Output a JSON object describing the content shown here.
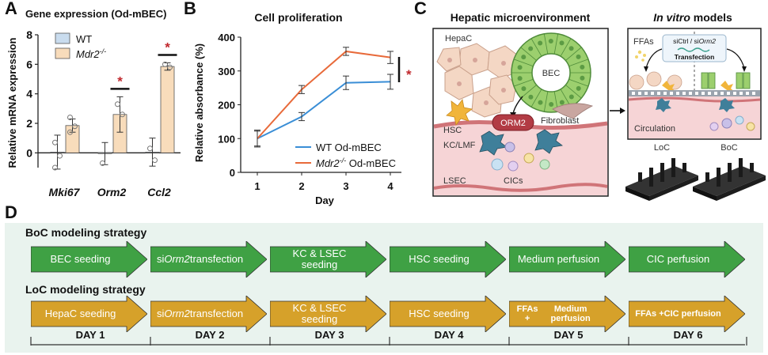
{
  "panels": {
    "a": "A",
    "b": "B",
    "c": "C",
    "d": "D"
  },
  "panel_a": {
    "title": "Gene expression (Od-mBEC)",
    "ylabel": "Relative mRNA expression",
    "legend": [
      {
        "name": "WT",
        "color": "#c9dcee"
      },
      {
        "name": "Mdr2",
        "sup": "-/-",
        "color": "#f8dcbb"
      }
    ],
    "significance_mark": "*"
  },
  "panel_b": {
    "title": "Cell proliferation",
    "ylabel": "Relative absorbance (%)",
    "xlabel": "Day",
    "legend_wt": "WT Od-mBEC",
    "legend_mdr_main": "Mdr2",
    "legend_mdr_sup": "-/-",
    "legend_mdr_tail": " Od-mBEC",
    "significance_mark": "*"
  },
  "chart_data": [
    {
      "type": "bar",
      "title": "Gene expression (Od-mBEC)",
      "ylabel": "Relative mRNA expression",
      "categories": [
        "Mki67",
        "Orm2",
        "Ccl2"
      ],
      "ylim": [
        -1,
        8
      ],
      "yticks": [
        0,
        2,
        4,
        6,
        8
      ],
      "series": [
        {
          "name": "WT",
          "color": "#c9dcee",
          "values": [
            0.05,
            -0.05,
            0.05
          ],
          "err": [
            1.15,
            0.75,
            0.95
          ],
          "points": [
            [
              0.7,
              -0.2,
              -1.0
            ],
            [
              -0.7
            ],
            [
              0.3,
              -0.5
            ]
          ]
        },
        {
          "name": "Mdr2-/-",
          "color": "#f8dcbb",
          "values": [
            1.85,
            2.6,
            5.85
          ],
          "err": [
            0.45,
            1.2,
            0.25
          ],
          "points": [
            [
              2.4,
              1.8,
              1.4
            ],
            [
              3.3,
              2.6
            ],
            [
              6.0,
              5.8
            ]
          ]
        }
      ],
      "significant": [
        false,
        true,
        true
      ]
    },
    {
      "type": "line",
      "title": "Cell proliferation",
      "xlabel": "Day",
      "ylabel": "Relative absorbance (%)",
      "x": [
        1,
        2,
        3,
        4
      ],
      "ylim": [
        0,
        400
      ],
      "yticks": [
        0,
        100,
        200,
        300,
        400
      ],
      "series": [
        {
          "name": "WT Od-mBEC",
          "color": "#3a8ed6",
          "values": [
            100,
            165,
            265,
            268
          ],
          "err": [
            25,
            12,
            20,
            22
          ]
        },
        {
          "name": "Mdr2-/- Od-mBEC",
          "color": "#e86a3a",
          "values": [
            100,
            245,
            358,
            340
          ],
          "err": [
            22,
            12,
            12,
            18
          ]
        }
      ]
    }
  ],
  "panel_c": {
    "left_title": "Hepatic microenvironment",
    "right_title_italic": "In vitro",
    "right_title_rest": " models",
    "labels": {
      "hepac": "HepaC",
      "bec": "BEC",
      "hsc": "HSC",
      "orm2": "ORM2",
      "fibroblast": "Fibroblast",
      "kc": "KC/LMF",
      "lsec": "LSEC",
      "cics": "CICs",
      "ffas": "FFAs",
      "circulation": "Circulation",
      "loc": "LoC",
      "boc": "BoC"
    },
    "transfection_line1_a": "siCtrl / si",
    "transfection_line1_b": "Orm2",
    "transfection_line2": "Transfection"
  },
  "panel_d": {
    "boc_title": "BoC modeling strategy",
    "loc_title": "LoC modeling strategy",
    "boc_steps": [
      {
        "text": "BEC seeding"
      },
      {
        "pre": "si",
        "ital": "Orm2",
        "post": " transfection"
      },
      {
        "text": "KC & LSEC seeding"
      },
      {
        "text": "HSC seeding"
      },
      {
        "text": "Medium perfusion"
      },
      {
        "text": "CIC perfusion"
      }
    ],
    "loc_steps": [
      {
        "text": "HepaC seeding"
      },
      {
        "pre": "si",
        "ital": "Orm2",
        "post": " transfection"
      },
      {
        "text": "KC & LSEC seeding"
      },
      {
        "text": "HSC seeding"
      },
      {
        "line1": "FFAs +",
        "line2": "Medium perfusion"
      },
      {
        "line1": "FFAs +",
        "line2": "CIC perfusion"
      }
    ],
    "days": [
      "DAY 1",
      "DAY 2",
      "DAY 3",
      "DAY 4",
      "DAY 5",
      "DAY 6"
    ],
    "colors": {
      "boc": "#3fa144",
      "loc": "#d6a12a"
    }
  }
}
